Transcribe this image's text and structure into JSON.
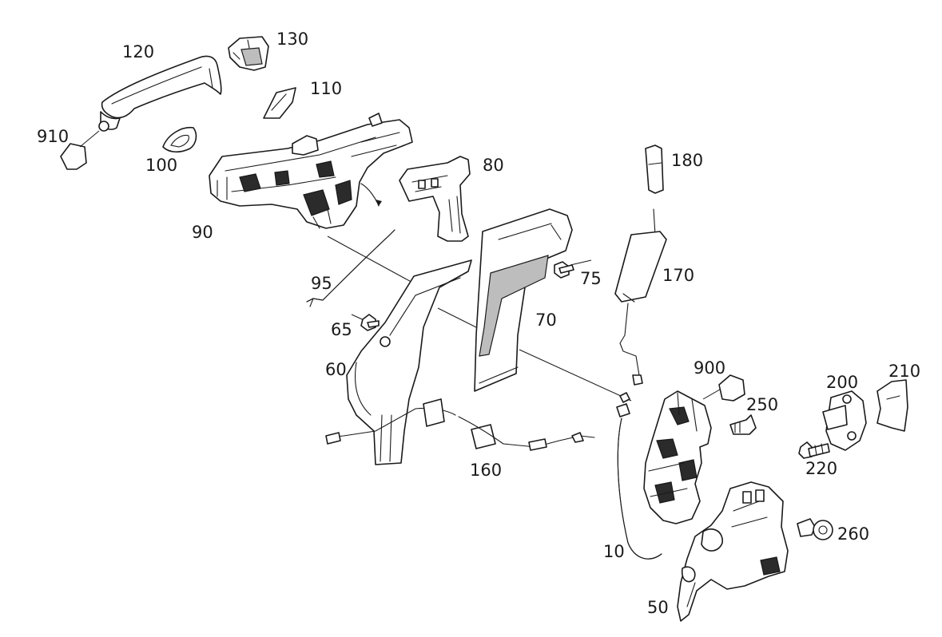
{
  "parts": [
    {
      "id": "120",
      "label": "120"
    },
    {
      "id": "130",
      "label": "130"
    },
    {
      "id": "110",
      "label": "110"
    },
    {
      "id": "910",
      "label": "910"
    },
    {
      "id": "100",
      "label": "100"
    },
    {
      "id": "90",
      "label": "90"
    },
    {
      "id": "80",
      "label": "80"
    },
    {
      "id": "180",
      "label": "180"
    },
    {
      "id": "95",
      "label": "95"
    },
    {
      "id": "75",
      "label": "75"
    },
    {
      "id": "170",
      "label": "170"
    },
    {
      "id": "65",
      "label": "65"
    },
    {
      "id": "70",
      "label": "70"
    },
    {
      "id": "60",
      "label": "60"
    },
    {
      "id": "900",
      "label": "900"
    },
    {
      "id": "200",
      "label": "200"
    },
    {
      "id": "210",
      "label": "210"
    },
    {
      "id": "250",
      "label": "250"
    },
    {
      "id": "220",
      "label": "220"
    },
    {
      "id": "160",
      "label": "160"
    },
    {
      "id": "260",
      "label": "260"
    },
    {
      "id": "10",
      "label": "10"
    },
    {
      "id": "50",
      "label": "50"
    }
  ]
}
